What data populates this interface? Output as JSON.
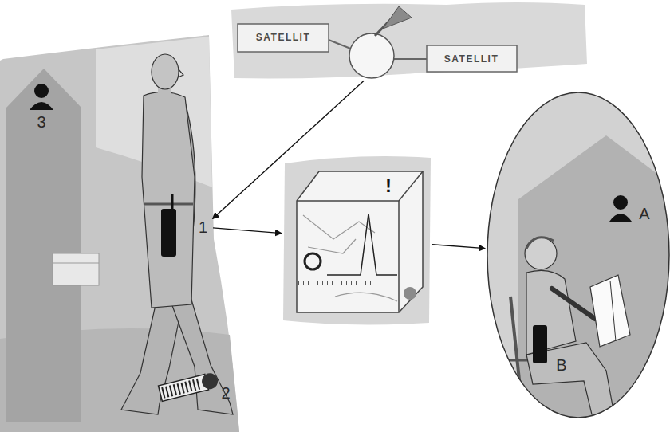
{
  "diagram": {
    "nodes": [
      {
        "text": [
          "SATELLIT",
          "SATELLIT"
        ]
      },
      {
        "text": [
          "3",
          "2"
        ]
      },
      {
        "text": [
          "1"
        ],
        "in": 1
      },
      {
        "text": [
          "!"
        ]
      },
      {
        "text": [
          "A",
          "B"
        ]
      }
    ],
    "edges": [
      {
        "from": 0,
        "to": 2,
        "arrow": "to"
      },
      {
        "from": 2,
        "to": 3,
        "arrow": "to"
      },
      {
        "from": 3,
        "to": 4,
        "arrow": "to"
      }
    ]
  }
}
